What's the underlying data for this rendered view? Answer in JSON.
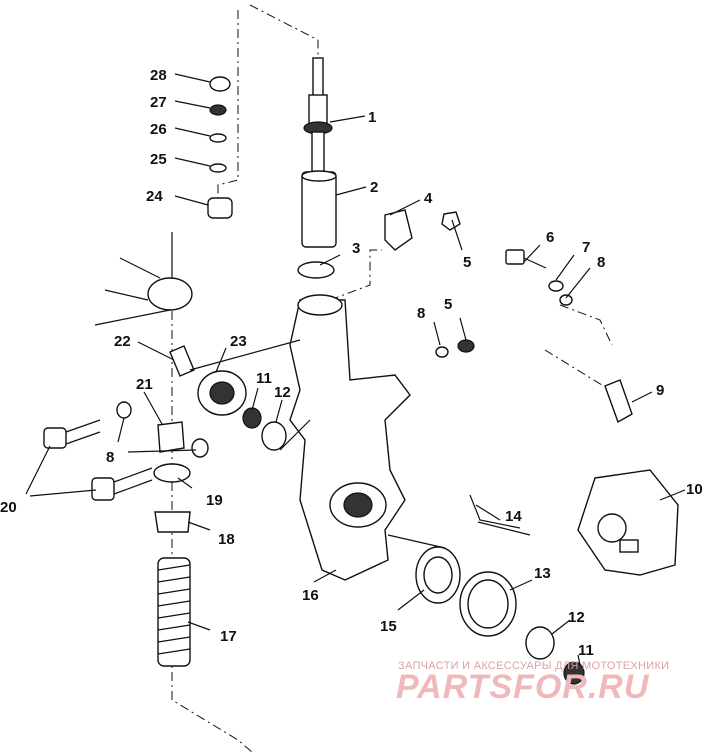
{
  "diagram": {
    "callouts": [
      "28",
      "27",
      "26",
      "25",
      "24",
      "1",
      "2",
      "3",
      "4",
      "5",
      "6",
      "7",
      "8",
      "5",
      "8",
      "9",
      "10",
      "22",
      "23",
      "21",
      "11",
      "12",
      "8",
      "20",
      "19",
      "18",
      "17",
      "16",
      "14",
      "13",
      "15",
      "12",
      "11"
    ]
  },
  "watermark": {
    "caption": "ЗАПЧАСТИ И АКСЕССУАРЫ ДЛЯ МОТОТЕХНИКИ",
    "logo": "PARTSFOR.RU",
    "color": "#f0b9b9"
  }
}
